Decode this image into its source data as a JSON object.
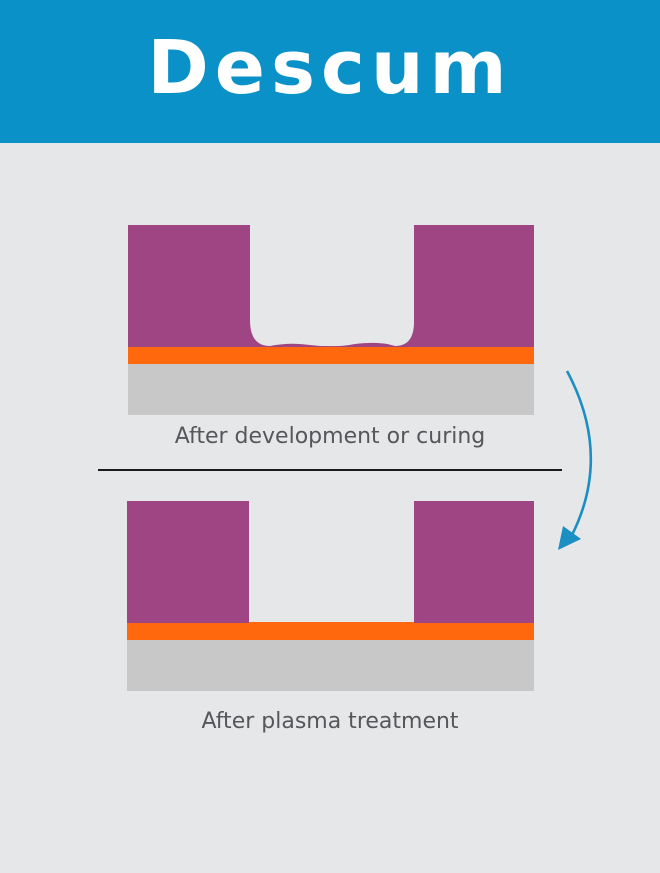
{
  "header": {
    "title": "Descum"
  },
  "captions": {
    "before": "After development or curing",
    "after": "After plasma treatment"
  },
  "colors": {
    "header_bg": "#0A92C8",
    "background": "#E6E7E9",
    "photoresist": "#A04584",
    "layer": "#FF680D",
    "substrate": "#C8C8C8",
    "arrow": "#1C8FC2",
    "divider": "#1B1B1B",
    "caption_text": "#55575A"
  }
}
